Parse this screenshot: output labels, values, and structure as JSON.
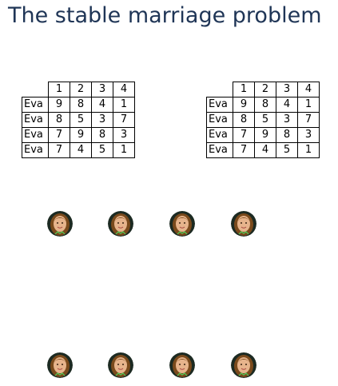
{
  "title": "The stable marriage problem",
  "tables": [
    {
      "columns": [
        "1",
        "2",
        "3",
        "4"
      ],
      "rows": [
        {
          "label": "Eva",
          "values": [
            "9",
            "8",
            "4",
            "1"
          ]
        },
        {
          "label": "Eva",
          "values": [
            "8",
            "5",
            "3",
            "7"
          ]
        },
        {
          "label": "Eva",
          "values": [
            "7",
            "9",
            "8",
            "3"
          ]
        },
        {
          "label": "Eva",
          "values": [
            "7",
            "4",
            "5",
            "1"
          ]
        }
      ]
    },
    {
      "columns": [
        "1",
        "2",
        "3",
        "4"
      ],
      "rows": [
        {
          "label": "Eva",
          "values": [
            "9",
            "8",
            "4",
            "1"
          ]
        },
        {
          "label": "Eva",
          "values": [
            "8",
            "5",
            "3",
            "7"
          ]
        },
        {
          "label": "Eva",
          "values": [
            "7",
            "9",
            "8",
            "3"
          ]
        },
        {
          "label": "Eva",
          "values": [
            "7",
            "4",
            "5",
            "1"
          ]
        }
      ]
    }
  ],
  "avatar_rows": [
    {
      "count": 4,
      "icon": "woman-portrait-icon"
    },
    {
      "count": 4,
      "icon": "woman-portrait-icon"
    }
  ],
  "colors": {
    "title": "#1f3556",
    "hair": "#7a4a1c",
    "skin": "#e7b48c",
    "background_dark": "#1c2a22",
    "accent_green": "#4fd05a"
  }
}
